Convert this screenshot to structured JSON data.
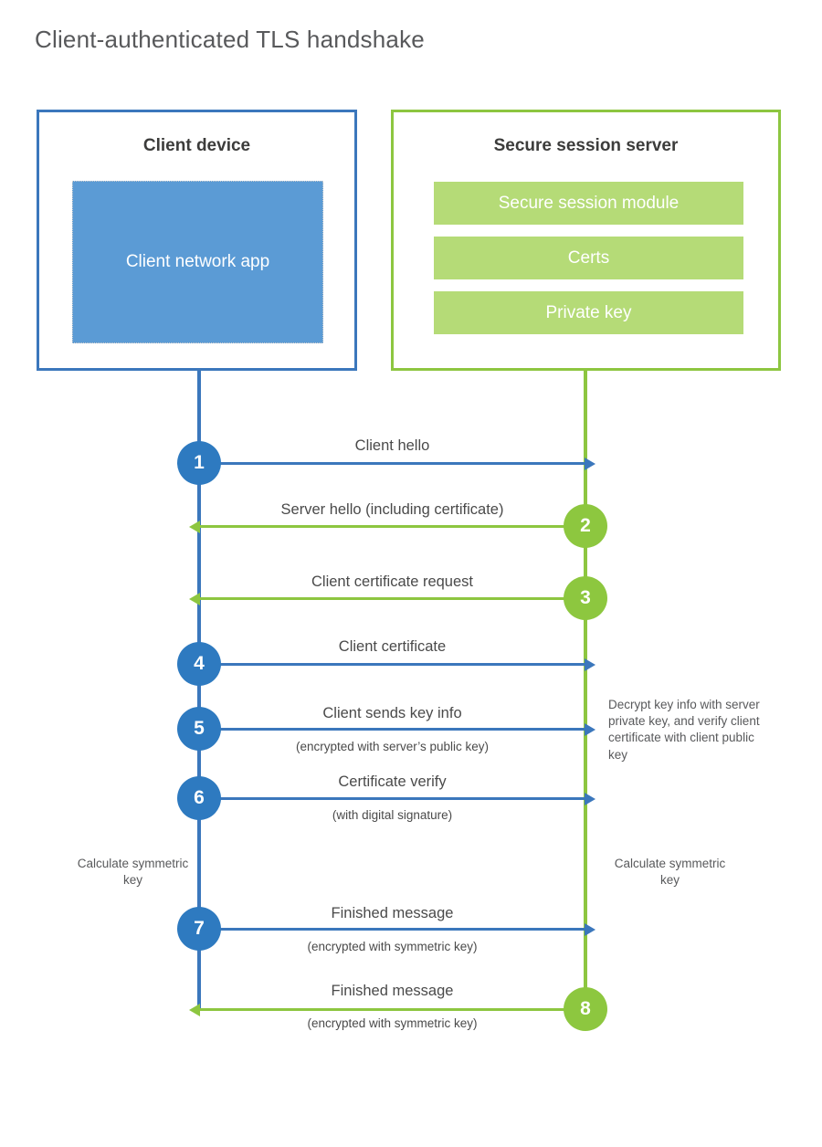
{
  "title": "Client-authenticated TLS handshake",
  "colors": {
    "client_blue": "#3b77bc",
    "client_fill": "#5b9bd5",
    "server_green": "#8dc640",
    "server_fill": "#b5db77",
    "circle_blue": "#2e7ac0",
    "circle_green": "#8dc73f",
    "text_gray": "#58595b"
  },
  "client": {
    "title": "Client device",
    "app_label": "Client network app"
  },
  "server": {
    "title": "Secure session server",
    "components": [
      {
        "label": "Secure session module"
      },
      {
        "label": "Certs"
      },
      {
        "label": "Private key"
      }
    ]
  },
  "notes": {
    "server_decrypt": "Decrypt key info with server private key, and verify client certificate with client public key",
    "client_calc": "Calculate symmetric key",
    "server_calc": "Calculate symmetric key"
  },
  "steps": [
    {
      "number": "1",
      "direction": "client-to-server",
      "label": "Client hello",
      "sublabel": ""
    },
    {
      "number": "2",
      "direction": "server-to-client",
      "label": "Server hello (including certificate)",
      "sublabel": ""
    },
    {
      "number": "3",
      "direction": "server-to-client",
      "label": "Client certificate request",
      "sublabel": ""
    },
    {
      "number": "4",
      "direction": "client-to-server",
      "label": "Client certificate",
      "sublabel": ""
    },
    {
      "number": "5",
      "direction": "client-to-server",
      "label": "Client sends key info",
      "sublabel": "(encrypted with server’s public key)"
    },
    {
      "number": "6",
      "direction": "client-to-server",
      "label": "Certificate verify",
      "sublabel": "(with digital signature)"
    },
    {
      "number": "7",
      "direction": "client-to-server",
      "label": "Finished message",
      "sublabel": "(encrypted with symmetric key)"
    },
    {
      "number": "8",
      "direction": "server-to-client",
      "label": "Finished message",
      "sublabel": "(encrypted with symmetric key)"
    }
  ]
}
